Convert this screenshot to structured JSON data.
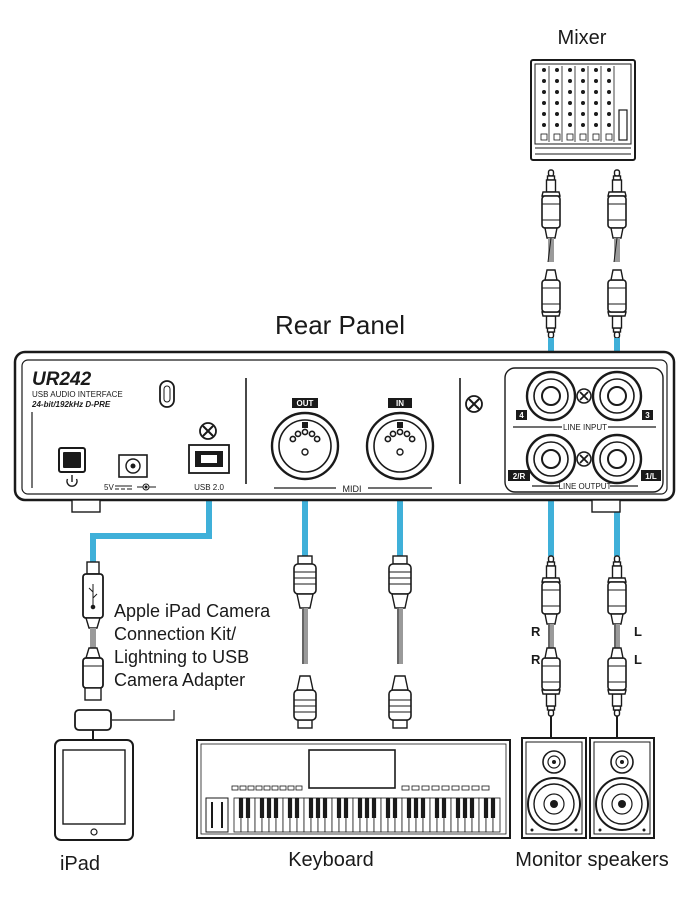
{
  "labels": {
    "mixer": "Mixer",
    "rear_panel": "Rear Panel",
    "apple_adapter": [
      "Apple iPad Camera",
      "Connection Kit/",
      "Lightning to USB",
      "Camera Adapter"
    ],
    "ipad": "iPad",
    "keyboard": "Keyboard",
    "monitor_speakers": "Monitor speakers"
  },
  "panel": {
    "model": "UR242",
    "subtitle": "USB AUDIO INTERFACE",
    "spec": "24-bit/192kHz D-PRE",
    "power_label": "5V",
    "usb_label": "USB 2.0",
    "midi_out": "OUT",
    "midi_in": "IN",
    "midi_label": "MIDI",
    "line_input": "LINE INPUT",
    "line_output": "LINE OUTPUT",
    "jack_4": "4",
    "jack_3": "3",
    "jack_2r": "2/R",
    "jack_1l": "1/L"
  },
  "cable_marks": {
    "right_upper": "R",
    "right_lower": "R",
    "left_upper": "L",
    "left_lower": "L"
  },
  "colors": {
    "cable_highlight": "#3fb0d9",
    "line": "#1a1a1a",
    "cable_gray": "#9a9a9a"
  }
}
